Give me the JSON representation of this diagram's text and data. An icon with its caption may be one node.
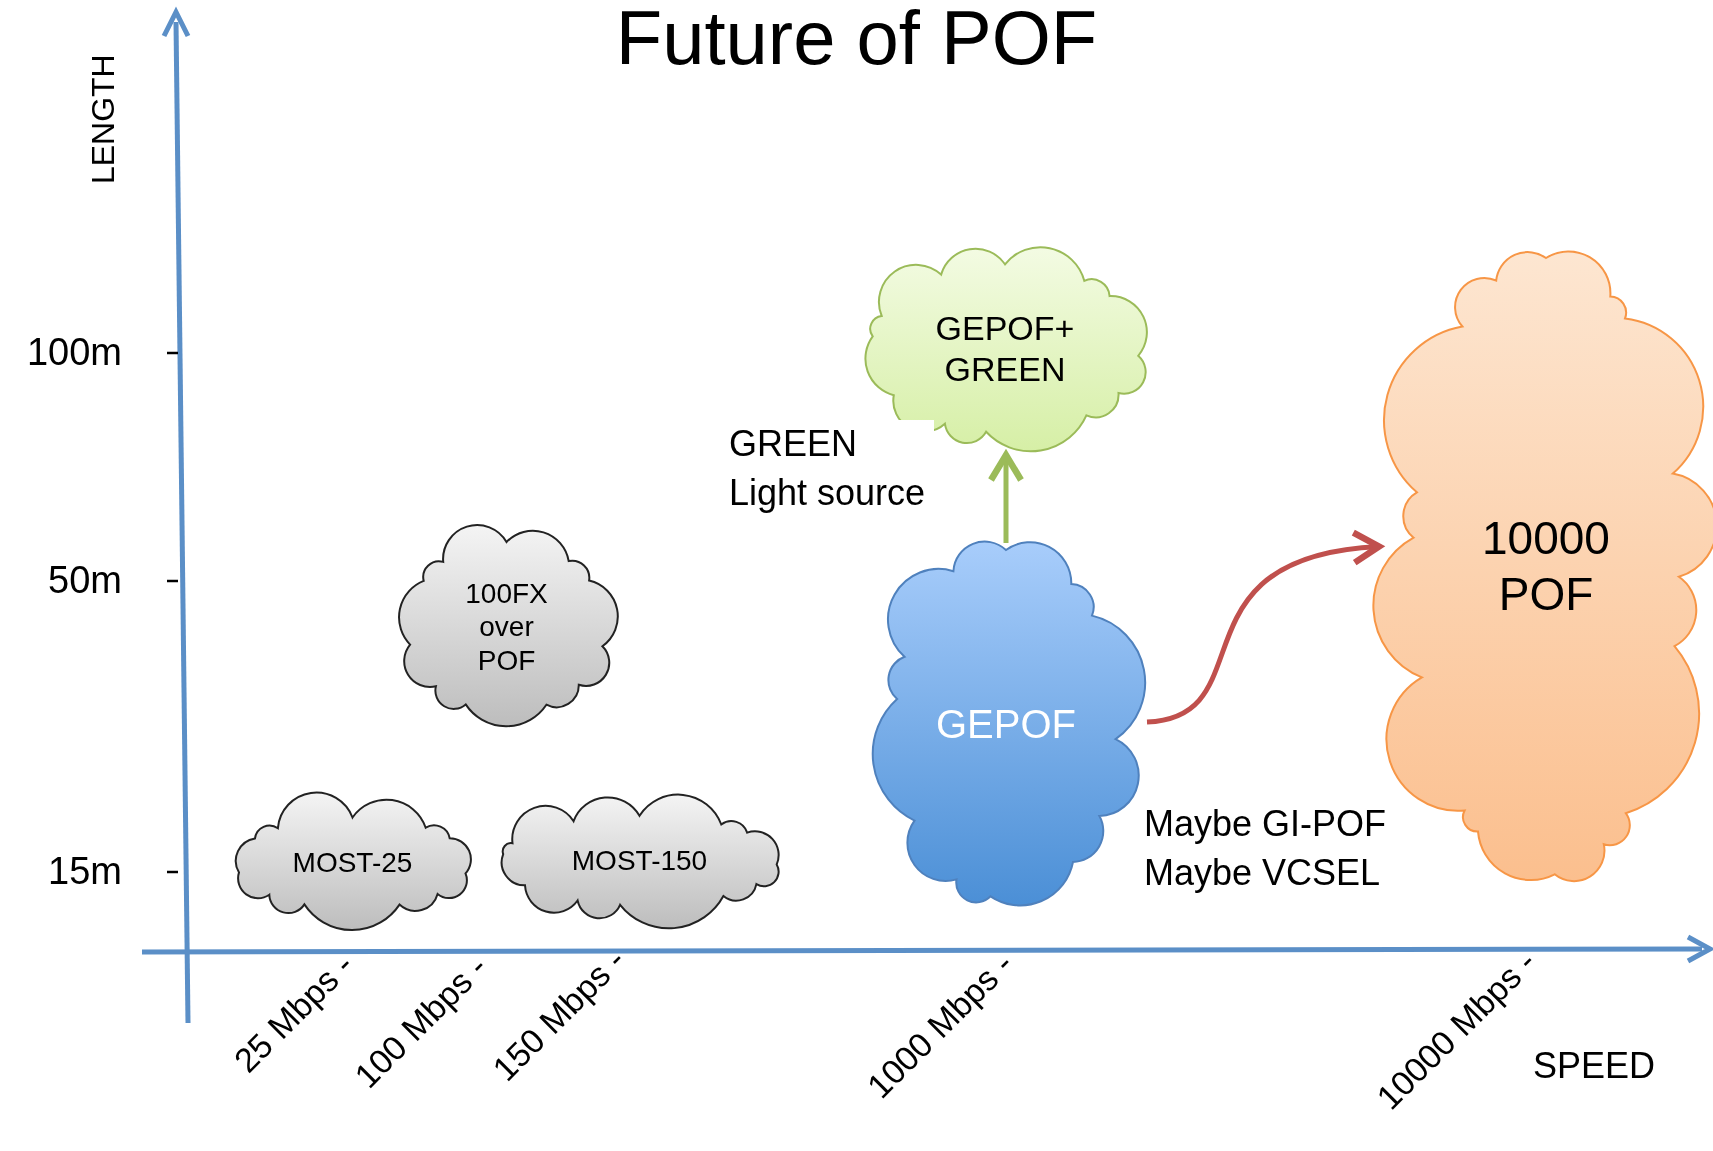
{
  "diagram": {
    "title": "Future of POF",
    "nodes": [
      {
        "text": [
          "MOST-25"
        ]
      },
      {
        "text": [
          "MOST-150"
        ]
      },
      {
        "text": [
          "100FX over POF"
        ]
      },
      {
        "text": [
          "GEPOF+ GREEN"
        ]
      },
      {
        "text": [
          "GEPOF"
        ]
      },
      {
        "text": [
          "10000 POF"
        ]
      }
    ],
    "edges": [
      {
        "from": 4,
        "to": 3,
        "arrow": "to",
        "label": "GREEN Light source",
        "color": "#9bbb59"
      },
      {
        "from": 4,
        "to": 5,
        "arrow": "to",
        "color": "#c0504d"
      }
    ],
    "labels": [
      "LENGTH",
      "100m",
      "50m",
      "15m",
      "25 Mbps -",
      "100 Mbps -",
      "150 Mbps -",
      "1000 Mbps -",
      "10000 Mbps -",
      "SPEED",
      "Maybe GI-POF Maybe VCSEL"
    ]
  }
}
